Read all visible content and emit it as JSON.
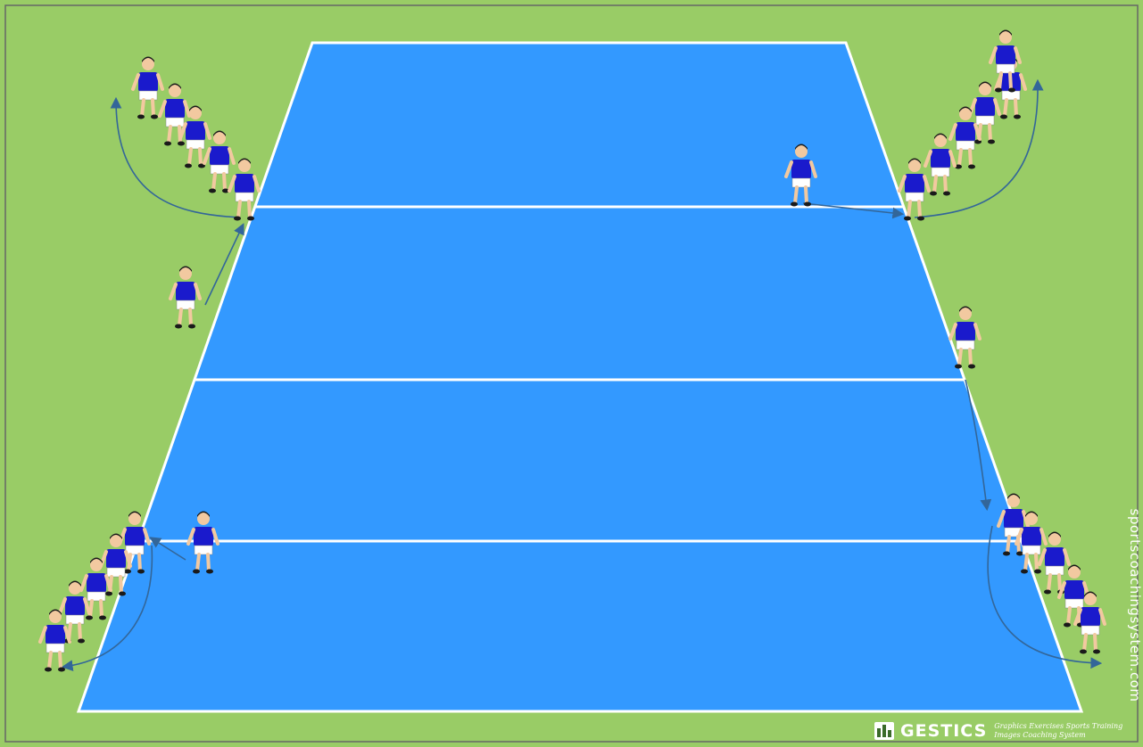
{
  "watermark": {
    "text": "sportscoachingsystem.com"
  },
  "brand": {
    "name": "GESTICS",
    "tagline_line1": "Graphics Exercises Sports Training",
    "tagline_line2": "Images Coaching System"
  },
  "colors": {
    "grass": "#99cc66",
    "court": "#3399ff",
    "court_line": "#ffffff",
    "frame": "#666666",
    "shirt": "#1a1acc",
    "shorts": "#ffffff",
    "skin": "#f2c9a0",
    "hair": "#1a1a1a",
    "arrow": "#336699"
  },
  "icons": {
    "brand_logo": "gestics-logo-icon",
    "player": "player-icon",
    "arrow": "movement-arrow"
  },
  "groups": [
    {
      "id": "top-left",
      "players": 5
    },
    {
      "id": "top-right",
      "players": 6
    },
    {
      "id": "bottom-left",
      "players": 5
    },
    {
      "id": "bottom-right",
      "players": 5
    }
  ],
  "runners": 4,
  "movement_arrows": 8
}
